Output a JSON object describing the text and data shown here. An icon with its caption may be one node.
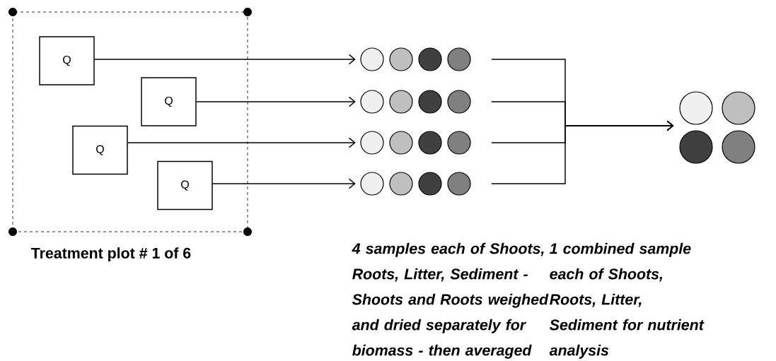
{
  "diagram": {
    "nodes": [
      {
        "text": [
          "Treatment plot # 1 of 6"
        ]
      },
      {
        "text": [
          "Q"
        ],
        "in": 0
      },
      {
        "text": [
          "Q"
        ],
        "in": 0
      },
      {
        "text": [
          "Q"
        ],
        "in": 0
      },
      {
        "text": [
          "Q"
        ],
        "in": 0
      },
      {
        "text": [],
        "shape": "circle"
      },
      {
        "text": [],
        "shape": "circle"
      },
      {
        "text": [],
        "shape": "circle"
      },
      {
        "text": [],
        "shape": "circle"
      },
      {
        "text": [],
        "shape": "circle"
      },
      {
        "text": [],
        "shape": "circle"
      },
      {
        "text": [],
        "shape": "circle"
      },
      {
        "text": [],
        "shape": "circle"
      },
      {
        "text": [],
        "shape": "circle"
      },
      {
        "text": [],
        "shape": "circle"
      },
      {
        "text": [],
        "shape": "circle"
      },
      {
        "text": [],
        "shape": "circle"
      },
      {
        "text": [],
        "shape": "circle"
      },
      {
        "text": [],
        "shape": "circle"
      },
      {
        "text": [],
        "shape": "circle"
      },
      {
        "text": [],
        "shape": "circle"
      },
      {
        "text": [],
        "shape": "circle"
      },
      {
        "text": [],
        "shape": "circle"
      },
      {
        "text": [],
        "shape": "circle"
      },
      {
        "text": [],
        "shape": "circle"
      }
    ],
    "edges": [
      {
        "from": 1,
        "to": 5,
        "arrow": "to"
      },
      {
        "from": 2,
        "to": 9,
        "arrow": "to"
      },
      {
        "from": 3,
        "to": 13,
        "arrow": "to"
      },
      {
        "from": 4,
        "to": 17,
        "arrow": "to"
      },
      {
        "from": 8,
        "to": 21,
        "arrow": "to"
      },
      {
        "from": 12,
        "to": 21,
        "arrow": "to"
      },
      {
        "from": 16,
        "to": 21,
        "arrow": "to"
      },
      {
        "from": 20,
        "to": 21,
        "arrow": "to"
      }
    ],
    "labels": [
      "4 samples each of Shoots, Roots, Litter, Sediment - Shoots and Roots weighed and dried separately for biomass - then averaged",
      "1 combined sample each of Shoots, Roots, Litter, Sediment for nutrient analysis"
    ]
  }
}
